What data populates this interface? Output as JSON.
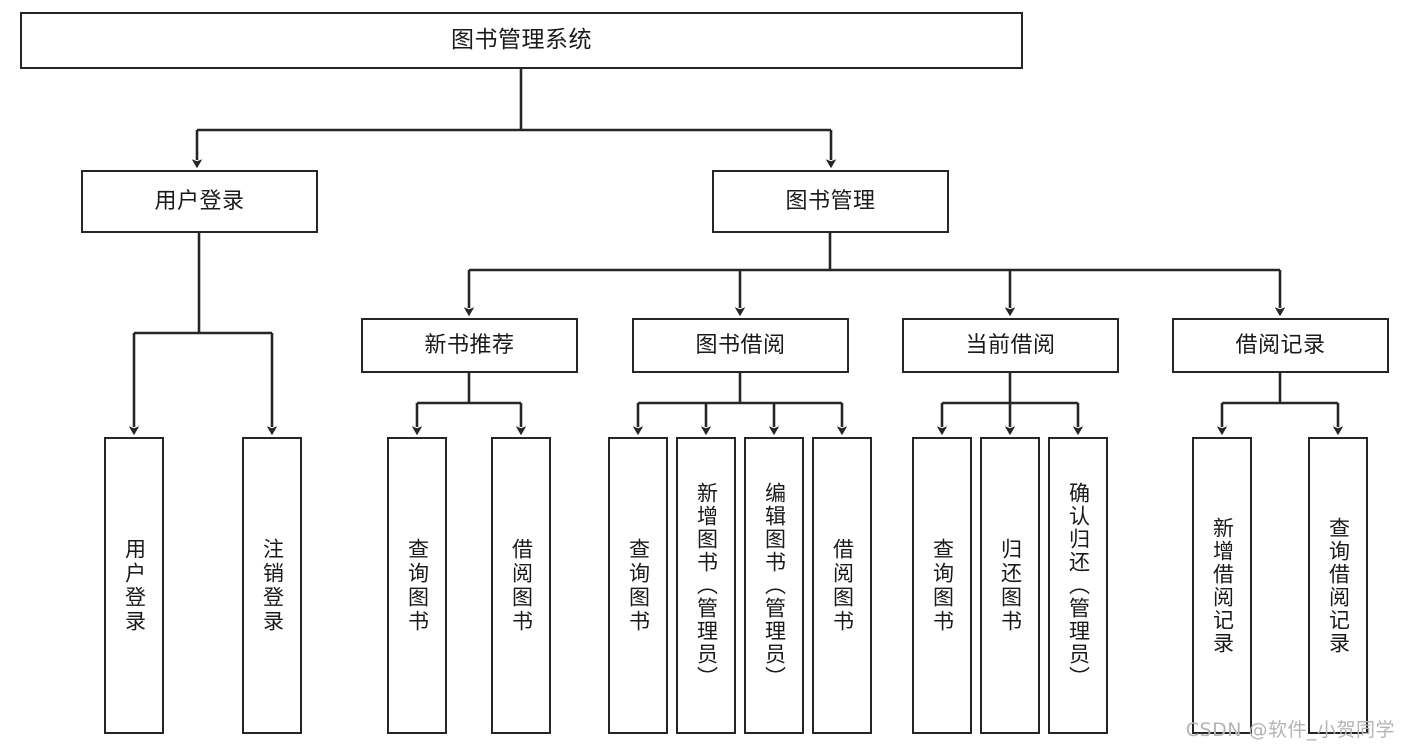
{
  "diagram": {
    "title": "图书管理系统",
    "type": "hierarchy-tree",
    "line_color": "#262626",
    "box_fill": "#ffffff",
    "text_color": "#1a1a1a",
    "nodes": {
      "root": {
        "label": "图书管理系统"
      },
      "level2": [
        {
          "label": "用户登录"
        },
        {
          "label": "图书管理"
        }
      ],
      "level3": [
        {
          "label": "新书推荐"
        },
        {
          "label": "图书借阅"
        },
        {
          "label": "当前借阅"
        },
        {
          "label": "借阅记录"
        }
      ],
      "leaves_user_login": [
        {
          "label": "用户登录"
        },
        {
          "label": "注销登录"
        }
      ],
      "leaves_new_book": [
        {
          "label": "查询图书"
        },
        {
          "label": "借阅图书"
        }
      ],
      "leaves_borrow": [
        {
          "label": "查询图书"
        },
        {
          "label": "新增图书（管理员）"
        },
        {
          "label": "编辑图书（管理员）"
        },
        {
          "label": "借阅图书"
        }
      ],
      "leaves_current": [
        {
          "label": "查询图书"
        },
        {
          "label": "归还图书"
        },
        {
          "label": "确认归还（管理员）"
        }
      ],
      "leaves_records": [
        {
          "label": "新增借阅记录"
        },
        {
          "label": "查询借阅记录"
        }
      ]
    }
  },
  "watermark": {
    "text": "CSDN @软件_小贺同学",
    "color": "#b4b4b4"
  }
}
